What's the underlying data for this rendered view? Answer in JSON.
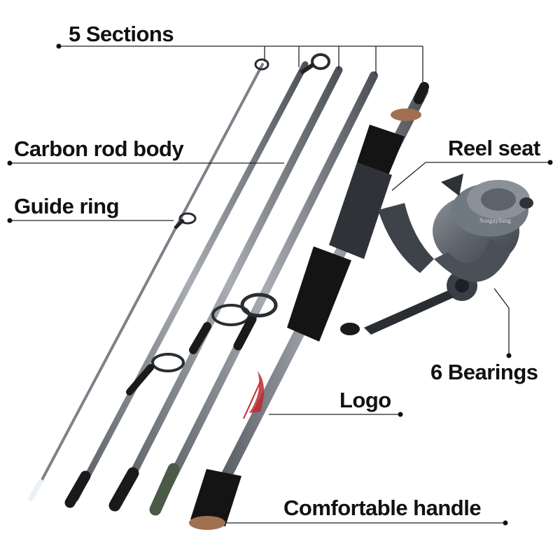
{
  "annotations": {
    "sections": "5 Sections",
    "carbon_rod_body": "Carbon rod body",
    "guide_ring": "Guide ring",
    "reel_seat": "Reel seat",
    "bearings": "6 Bearings",
    "logo": "Logo",
    "handle": "Comfortable handle"
  },
  "colors": {
    "rod": "#8a8f96",
    "rod_dark": "#3d4147",
    "grip": "#141414",
    "cork": "#a07050",
    "reel_body": "#6b727a",
    "accent_red": "#c0282f",
    "leader": "#222222"
  }
}
